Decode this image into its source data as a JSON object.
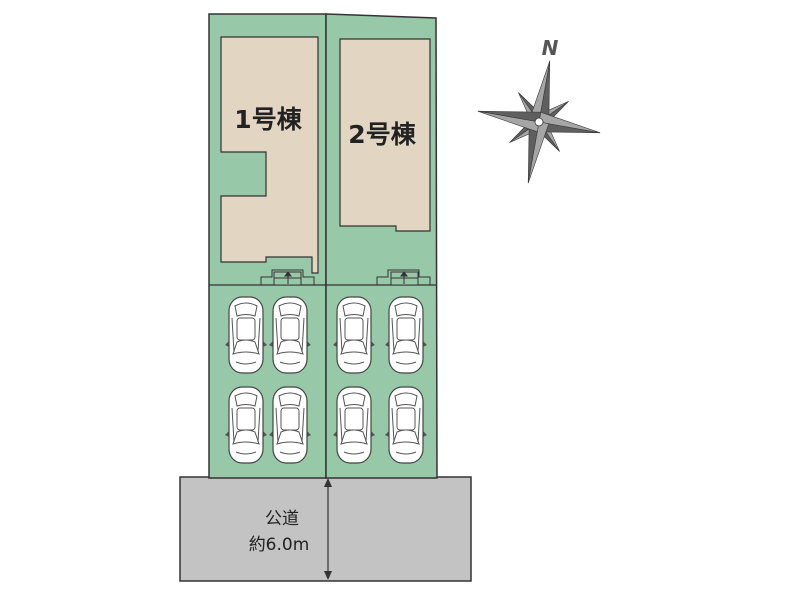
{
  "units": {
    "unit1_label": "1号棟",
    "unit2_label": "2号棟"
  },
  "road": {
    "name": "公道",
    "width": "約6.0m"
  },
  "compass": {
    "north_label": "N",
    "icon": "compass-rose-icon"
  },
  "parking": {
    "spaces_per_lot": 4,
    "icon": "car-icon"
  },
  "colors": {
    "lot_green": "#97c9a8",
    "building_beige": "#e2d6c2",
    "road_gray": "#c3c3c3",
    "outline": "#333333",
    "car_fill": "#ffffff",
    "compass_gray": "#6e6e6e"
  }
}
